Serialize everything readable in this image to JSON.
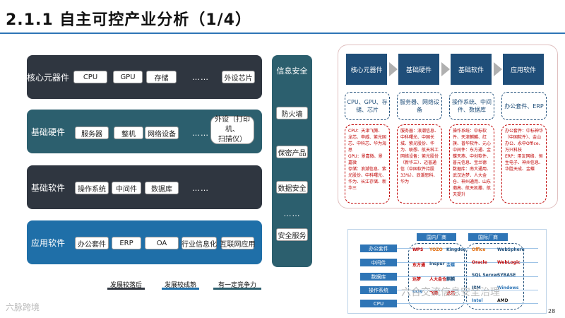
{
  "title": "2.1.1 自主可控产业分析（1/4）",
  "layers": [
    {
      "label": "核心元器件",
      "color": "#2f3640",
      "items": [
        "CPU",
        "GPU",
        "存储",
        "……",
        "外设芯片"
      ]
    },
    {
      "label": "基础硬件",
      "color": "#2c5f6e",
      "items": [
        "服务器",
        "整机",
        "网络设备",
        "……",
        "外设（打印机、\n扫描仪）"
      ]
    },
    {
      "label": "基础软件",
      "color": "#2f3640",
      "items": [
        "操作系统",
        "中间件",
        "数据库",
        "……"
      ]
    },
    {
      "label": "应用软件",
      "color": "#1f6fa8",
      "items": [
        "办公套件",
        "ERP",
        "OA",
        "行业信息化",
        "互联网应用"
      ]
    }
  ],
  "security": {
    "label": "信息安全",
    "items": [
      "防火墙",
      "保密产品",
      "数据安全",
      "……",
      "安全服务"
    ]
  },
  "legend": [
    {
      "label": "发展较落后",
      "color": "#2f3640"
    },
    {
      "label": "发展较成熟",
      "color": "#1f6fa8"
    },
    {
      "label": "有一定竞争力",
      "color": "#2c5f6e"
    }
  ],
  "diagram": {
    "stages": [
      "核心元器件",
      "基础硬件",
      "基础软件",
      "应用软件"
    ],
    "subs": [
      "CPU、GPU、存储、芯片",
      "服务器、网络设备",
      "操作系统、中间件、数据库",
      "办公套件、ERP"
    ],
    "details": [
      "CPU：天津飞腾、龙芯、申威、紫光国芯、中科芯、华为海思\nGPU：景嘉微、景嘉微\n存储：浪潮信息、紫光股份、中科曙光、华为、长江存储、新华三",
      "服务器：浪潮信息、中科曙光、中国长城、紫光股份、华为、联想、航天科工\n网络设备：紫光股份（新华三）、迈普通信（中国软件持股33%）、浪潮思科、华为",
      "操作系统：中标软件、天津麒麟、红旗、普华软件、元心\n中间件：东方通、金蝶天燕、中创软件、普元信息、宝兰德\n数据库：南大通用、武汉达梦、人大金仓、神州通用、山东瀚高、航天凯撒、航天提升",
      "办公套件：中标神华（中国软件）、金山办公、永中Office、万兴科技\nERP：用友网络、恒生电子、神州信息、华胜天成、金蝶"
    ]
  },
  "table": {
    "col_heads": [
      "国内厂商",
      "国际厂商"
    ],
    "rows": [
      "办公套件",
      "中间件",
      "数据库",
      "操作系统",
      "CPU"
    ],
    "domestic_logos": [
      "WPS",
      "YOZO",
      "Kingdee",
      "东方通",
      "Inspur",
      "金蝶",
      "达梦",
      "人大金仓",
      "麒麟",
      "UOS",
      "飞腾",
      "龙芯"
    ],
    "intl_logos": [
      "Office",
      "WebSphere",
      "Oracle",
      "WebLogic",
      "SQL Server",
      "SYBASE",
      "IBM",
      "Windows",
      "Intel",
      "AMD"
    ]
  },
  "watermark_left": "六脉跨境",
  "watermark_right": "六合交流信息安全治理",
  "page_number": "28"
}
